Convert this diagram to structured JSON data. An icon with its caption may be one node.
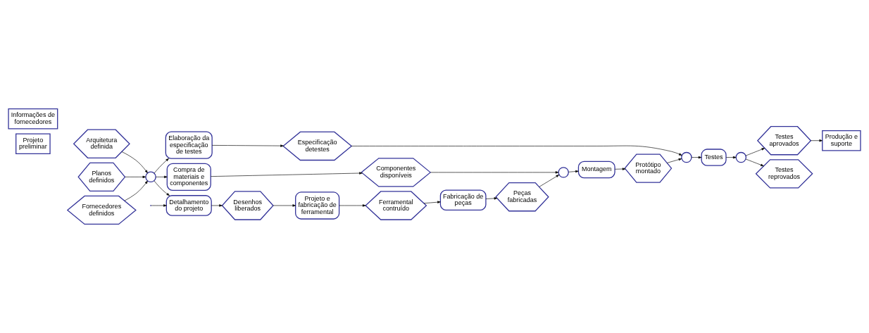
{
  "diagram": {
    "nodes": [
      {
        "text": [
          "Projeto preliminar"
        ]
      },
      {
        "text": [
          "Planos definidos"
        ]
      },
      {
        "text": [
          "Arquitetura definida"
        ]
      },
      {
        "text": [
          "Fornecedores definidos"
        ]
      },
      {
        "text": [
          "Informações de fornecedores"
        ]
      },
      {
        "text": [],
        "shape": "circle"
      },
      {
        "text": [
          "Elaboração da especificação de testes"
        ]
      },
      {
        "text": [
          "Compra de materiais e componentes"
        ]
      },
      {
        "text": [
          "Detalhamento do projeto"
        ]
      },
      {
        "text": [
          "Desenhos liberados"
        ]
      },
      {
        "text": [
          "Projeto e fabricação de ferramental"
        ]
      },
      {
        "text": [
          "Ferramental contruído"
        ]
      },
      {
        "text": [
          "Fabricação de peças"
        ]
      },
      {
        "text": [
          "Peças fabricadas"
        ]
      },
      {
        "text": [
          "Componentes disponíveis"
        ]
      },
      {
        "text": [],
        "shape": "circle"
      },
      {
        "text": [
          "Montagem"
        ]
      },
      {
        "text": [
          "Protótipo montado"
        ]
      },
      {
        "text": [],
        "shape": "circle"
      },
      {
        "text": [
          "Especificação detestes"
        ]
      },
      {
        "text": [
          "Testes"
        ]
      },
      {
        "text": [],
        "shape": "circle"
      },
      {
        "text": [
          "Testes aprovados"
        ]
      },
      {
        "text": [
          "Testes reprovados"
        ]
      },
      {
        "text": [
          "Produção e suporte"
        ]
      }
    ],
    "edges": [
      {
        "from": 1,
        "to": 5,
        "arrow": "to"
      },
      {
        "from": 2,
        "to": 5,
        "arrow": "to"
      },
      {
        "from": 3,
        "to": 5,
        "arrow": "to"
      },
      {
        "from": 5,
        "to": 6,
        "arrow": "to"
      },
      {
        "from": 5,
        "to": 7,
        "arrow": "to"
      },
      {
        "from": 5,
        "to": 8,
        "arrow": "to"
      },
      {
        "from": 8,
        "to": 9,
        "arrow": "to"
      },
      {
        "from": null,
        "to": 8,
        "arrow": "to"
      },
      {
        "from": 9,
        "to": 10,
        "arrow": "to"
      },
      {
        "from": 7,
        "to": 14,
        "arrow": "to"
      },
      {
        "from": 10,
        "to": 11,
        "arrow": "to"
      },
      {
        "from": 11,
        "to": 12,
        "arrow": "to"
      },
      {
        "from": 12,
        "to": 13,
        "arrow": "to"
      },
      {
        "from": 13,
        "to": 15,
        "arrow": "to"
      },
      {
        "from": 14,
        "to": 15,
        "arrow": "to"
      },
      {
        "from": 15,
        "to": 16,
        "arrow": "to"
      },
      {
        "from": 16,
        "to": 17,
        "arrow": "to"
      },
      {
        "from": 17,
        "to": 18,
        "arrow": "to"
      },
      {
        "from": 6,
        "to": 19,
        "arrow": "to"
      },
      {
        "from": 19,
        "to": 18,
        "arrow": "to"
      },
      {
        "from": 18,
        "to": 20,
        "arrow": "to"
      },
      {
        "from": 20,
        "to": 21,
        "arrow": "to"
      },
      {
        "from": 21,
        "to": 22,
        "arrow": "to"
      },
      {
        "from": 21,
        "to": 23,
        "arrow": "to"
      },
      {
        "from": 22,
        "to": 24,
        "arrow": "to"
      }
    ]
  }
}
